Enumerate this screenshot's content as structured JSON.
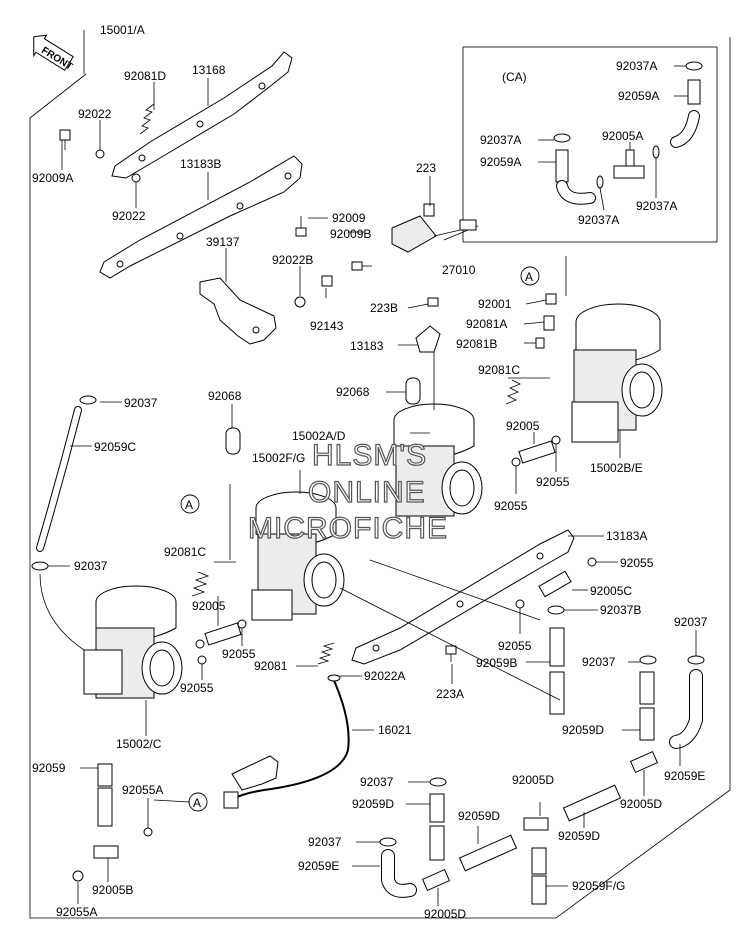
{
  "front_label": "FRONT",
  "ca_label": "(CA)",
  "ref_marker": "A",
  "watermark": [
    "HLSM'S",
    "ONLINE",
    "MICROFICHE"
  ],
  "parts": {
    "p15001a": "15001/A",
    "p92081d": "92081D",
    "p13168": "13168",
    "p92022_top": "92022",
    "p92009a": "92009A",
    "p13183b": "13183B",
    "p92022_mid": "92022",
    "p92009": "92009",
    "p92009b": "92009B",
    "p223": "223",
    "p27010": "27010",
    "p39137": "39137",
    "p92022b": "92022B",
    "p92143": "92143",
    "p223b": "223B",
    "p92001": "92001",
    "p92081a": "92081A",
    "p13183": "13183",
    "p92081b": "92081B",
    "p92068_upper": "92068",
    "p92081c_right": "92081C",
    "p92037_left_top": "92037",
    "p92068_left": "92068",
    "p92059c": "92059C",
    "p15002ad": "15002A/D",
    "p92005_right": "92005",
    "p15002fg": "15002F/G",
    "p15002be": "15002B/E",
    "p92055_r1": "92055",
    "p92055_r2": "92055",
    "p13183a": "13183A",
    "p92081c_left": "92081C",
    "p92055_r3": "92055",
    "p92037_left_mid": "92037",
    "p92005c": "92005C",
    "p92005_left": "92005",
    "p92037b": "92037B",
    "p92055_left1": "92055",
    "p92037_right": "92037",
    "p92055_mid": "92055",
    "p92055_left2": "92055",
    "p92037_mid_right": "92037",
    "p92081": "92081",
    "p92059b": "92059B",
    "p92022a": "92022A",
    "p223a": "223A",
    "p15002c": "15002/C",
    "p16021": "16021",
    "p92059d_right": "92059D",
    "p92059": "92059",
    "p92059e_right": "92059E",
    "p92055a_top": "92055A",
    "p92037_bot": "92037",
    "p92005d_top": "92005D",
    "p92005d_right": "92005D",
    "p92059d_mid": "92059D",
    "p92059d_c": "92059D",
    "p92037_bot2": "92037",
    "p92059d_r2": "92059D",
    "p92005b": "92005B",
    "p92059e_bot": "92059E",
    "p92055a_bot": "92055A",
    "p92005d_bot": "92005D",
    "p92059fg": "92059F/G",
    "ca_92037a_1": "92037A",
    "ca_92059a_1": "92059A",
    "ca_92037a_2": "92037A",
    "ca_92005a": "92005A",
    "ca_92059a_2": "92059A",
    "ca_92037a_3": "92037A",
    "ca_92037a_4": "92037A"
  }
}
